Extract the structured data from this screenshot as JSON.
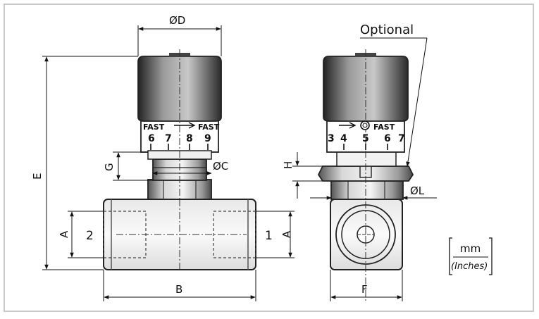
{
  "dimensions": {
    "D": "ØD",
    "E": "E",
    "G": "G",
    "C": "ØC",
    "A_left": "A",
    "A_right": "A",
    "B": "B",
    "H": "H",
    "L": "ØL",
    "F": "F"
  },
  "ports": {
    "left": "2",
    "right": "1"
  },
  "optional_label": "Optional",
  "knob_left": {
    "fast_left": "FAST",
    "fast_right": "FAST",
    "numbers": [
      "6",
      "7",
      "8",
      "9"
    ]
  },
  "knob_right": {
    "fast": "FAST",
    "numbers": [
      "3",
      "4",
      "5",
      "6",
      "7"
    ]
  },
  "units": {
    "primary": "mm",
    "secondary": "(Inches)"
  }
}
